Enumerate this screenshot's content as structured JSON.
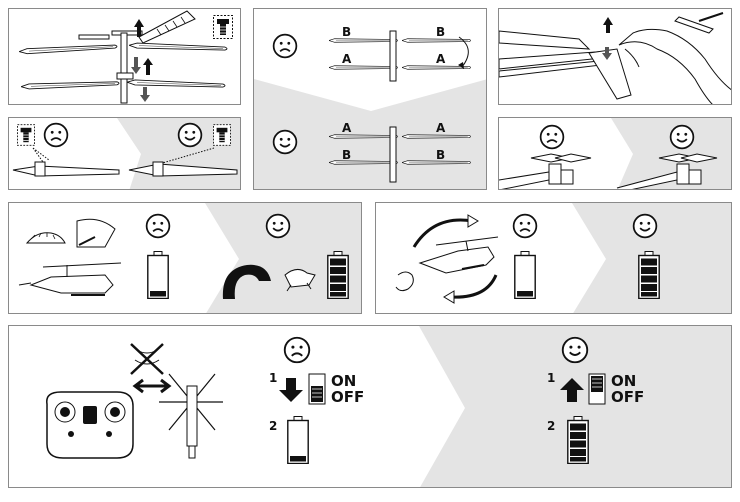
{
  "rotor_labels": {
    "a": "A",
    "b": "B"
  },
  "switch": {
    "on": "ON",
    "off": "OFF"
  },
  "steps": {
    "one": "1",
    "two": "2"
  },
  "icons": {
    "sad": "sad-face-icon",
    "happy": "happy-face-icon",
    "screw": "screw-icon",
    "battery_low": "battery-low-icon",
    "battery_full": "battery-full-icon"
  },
  "colors": {
    "line": "#111111",
    "frame": "#8a8a8a",
    "shade": "#e4e4e4"
  }
}
